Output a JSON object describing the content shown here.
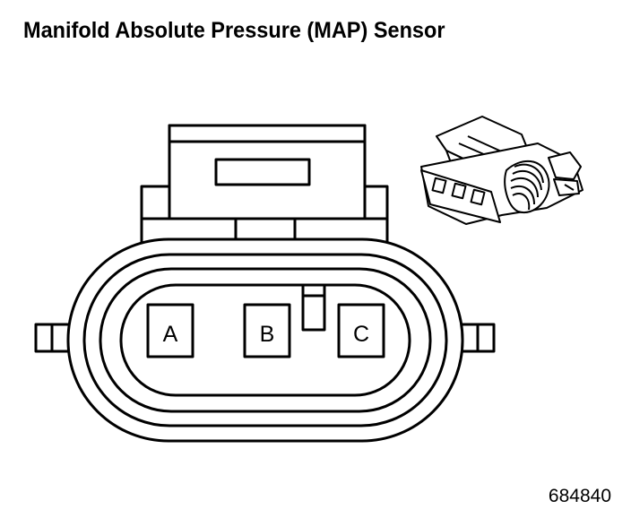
{
  "title": "Manifold Absolute Pressure (MAP) Sensor",
  "figure_id": "684840",
  "connector": {
    "pins": [
      {
        "label": "A"
      },
      {
        "label": "B"
      },
      {
        "label": "C"
      }
    ]
  },
  "colors": {
    "line": "#000000",
    "background": "#ffffff"
  },
  "icons": [
    "connector-face-view",
    "connector-3d-view"
  ]
}
